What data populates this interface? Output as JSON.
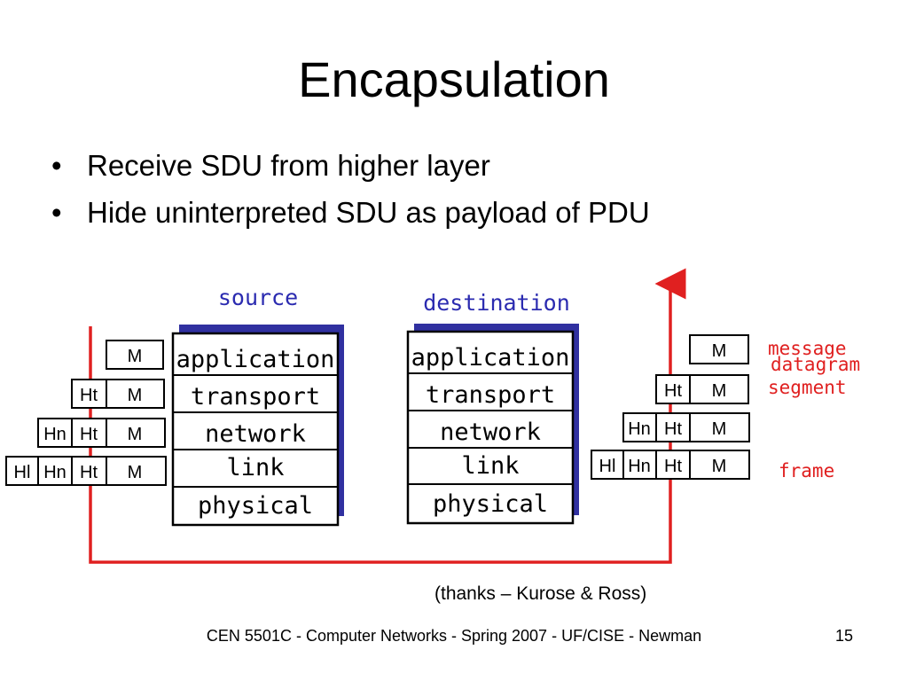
{
  "title": "Encapsulation",
  "bullets": [
    "Receive SDU from higher layer",
    "Hide uninterpreted SDU as payload of PDU"
  ],
  "diagram": {
    "source_label": "source",
    "destination_label": "destination",
    "layers": [
      "application",
      "transport",
      "network",
      "link",
      "physical"
    ],
    "header_labels": {
      "message": "M",
      "transport_header": "Ht",
      "network_header": "Hn",
      "link_header": "Hl"
    },
    "pdu_names": {
      "message": "message",
      "segment": "segment",
      "datagram": "datagram",
      "frame": "frame"
    },
    "colors": {
      "link_path": "#e02020",
      "stack_shadow": "#3030a0",
      "label_blue": "#2b2bb0",
      "pdu_red": "#e02020"
    }
  },
  "credit": "(thanks – Kurose & Ross)",
  "footer": "CEN 5501C - Computer Networks - Spring 2007 - UF/CISE - Newman",
  "page_number": "15"
}
